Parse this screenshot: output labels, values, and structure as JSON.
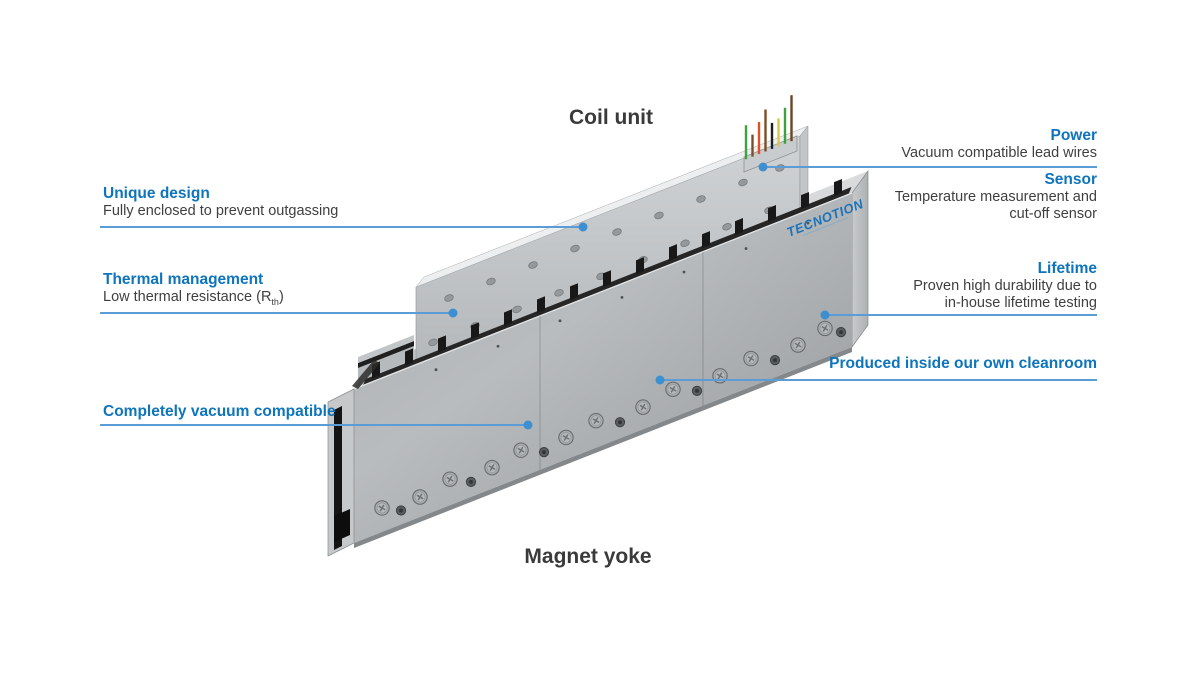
{
  "titles": {
    "coil": "Coil unit",
    "yoke": "Magnet yoke"
  },
  "brand": {
    "logo": "TECNOTION"
  },
  "colors": {
    "accent_text": "#0e74bc",
    "leader_line": "#5b9cd7",
    "leader_dot": "#3e8fd0",
    "body_text": "#3f3f3f",
    "title_text": "#3a3a3a"
  },
  "callouts": {
    "left": [
      {
        "title": "Unique design",
        "lines": [
          "Fully enclosed to prevent outgassing"
        ]
      },
      {
        "title": "Thermal management",
        "body": {
          "pre": "Low thermal resistance (R",
          "sub": "th",
          "post": ")"
        }
      },
      {
        "title": "Completely vacuum compatible"
      }
    ],
    "right": [
      {
        "title": "Power",
        "lines": [
          "Vacuum compatible lead wires"
        ]
      },
      {
        "title": "Sensor",
        "lines": [
          "Temperature measurement and",
          "cut-off sensor"
        ]
      },
      {
        "title": "Lifetime",
        "lines": [
          "Proven high durability due to",
          "in-house lifetime testing"
        ]
      },
      {
        "title": "Produced inside our own cleanroom"
      }
    ]
  },
  "wires": {
    "colors": [
      "#3da23d",
      "#7d4e28",
      "#e14f26",
      "#7d4e28",
      "#1e1e1e",
      "#d9c93e",
      "#3da23d",
      "#6b4423"
    ]
  }
}
